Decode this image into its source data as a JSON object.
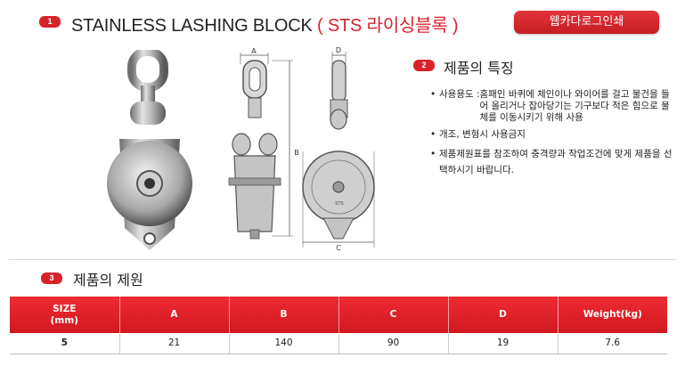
{
  "header": {
    "badge_number": "1",
    "title_main": "STAINLESS LASHING BLOCK",
    "title_accent": "( STS 라이싱블록 )",
    "print_button": "웹카다로그인쇄"
  },
  "drawing": {
    "label_a": "A",
    "label_b": "B",
    "label_c": "C",
    "label_d": "D",
    "plate_text": "STS"
  },
  "features": {
    "badge_number": "2",
    "heading": "제품의 특징",
    "items": [
      {
        "label": "사용용도 : ",
        "text": "홈패인 바퀴에 체인이나 와이어를 걸고 물건을 들어 올리거나 잡아당기는 기구보다 적은 힘으로 물체를 이동시키기 위해 사용"
      },
      {
        "text": "개조, 변형시 사용금지"
      },
      {
        "text": "제품제원표를 참조하여 충격량과 작업조건에 맞게 제품을 선택하시기 바랍니다."
      }
    ]
  },
  "specs": {
    "badge_number": "3",
    "heading": "제품의 제원",
    "columns": [
      {
        "line1": "SIZE",
        "line2": "(mm)"
      },
      {
        "line1": "A"
      },
      {
        "line1": "B"
      },
      {
        "line1": "C"
      },
      {
        "line1": "D"
      },
      {
        "line1": "Weight(kg)"
      }
    ],
    "rows": [
      [
        "5",
        "21",
        "140",
        "90",
        "19",
        "7.6"
      ]
    ]
  },
  "colors": {
    "accent": "#d8222a",
    "table_header": "#e0232b"
  }
}
